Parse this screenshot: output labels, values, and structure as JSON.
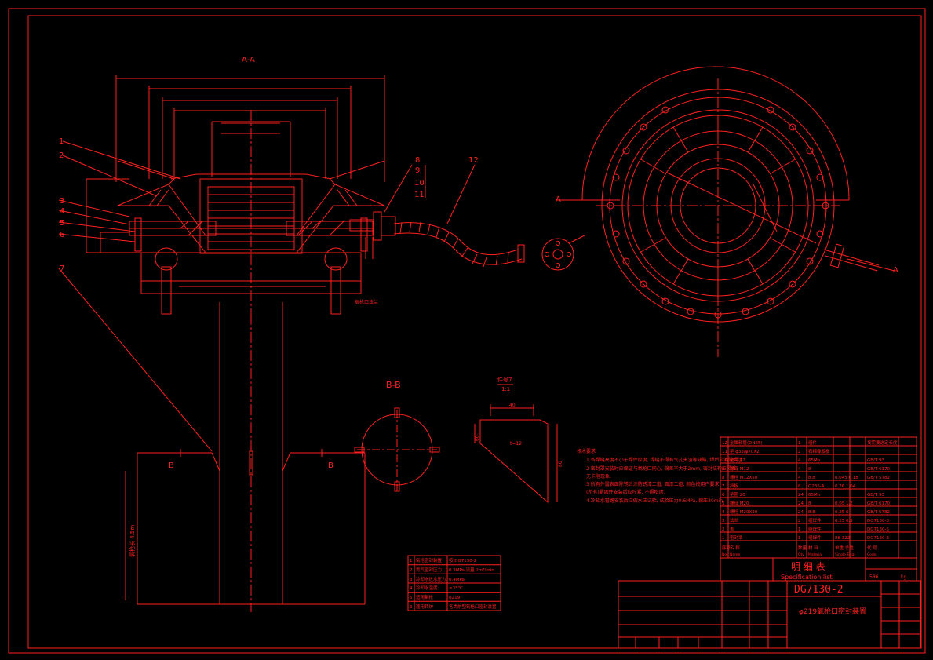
{
  "section_labels": {
    "aa": "A-A",
    "bb": "B-B",
    "view_a_left": "A",
    "view_a_right": "A",
    "b_left": "B",
    "b_right": "B",
    "detail_title": "件号7",
    "detail_scale": "1:1"
  },
  "callouts": [
    "1",
    "2",
    "3",
    "4",
    "5",
    "6",
    "7",
    "8",
    "9",
    "10",
    "11",
    "12"
  ],
  "annotations": {
    "nozzle": "氧枪口法兰",
    "length": "氧枪长 4.5m",
    "detail_dim_top": "40",
    "detail_dim_left": "60",
    "detail_dim_inner": "t=12",
    "detail_dim_right": "80"
  },
  "notes": {
    "title": "技术要求",
    "lines": [
      "1 各焊缝高度不小于焊件厚度, 焊缝不得有气孔夹渣等缺陷, 焊后应清除焊渣.",
      "2 密封罩安装时应保证与氧枪口同心, 偏差不大于2mm, 密封结构应灵活",
      "  无卡阻现象.",
      "3 所有外露表面除锈后涂防锈漆二道, 面漆二道, 颜色按用户要求.",
      "  (所有)紧固件安装后应拧紧, 不得松动.",
      "4 冷却水管路安装后应做水压试验, 试验压力0.6MPa, 保压30min."
    ]
  },
  "small_table": [
    [
      "1",
      "氧枪密封装置",
      "按 DG7130-2"
    ],
    [
      "2",
      "氮气密封压力",
      "0.3MPa 流量 2m³/min"
    ],
    [
      "3",
      "冷却水进水压力",
      "0.4MPa"
    ],
    [
      "4",
      "冷却水温度",
      "≤35℃"
    ],
    [
      "5",
      "适用氧枪",
      "φ219"
    ],
    [
      "6",
      "适用转炉",
      "各类炉型氧枪口密封装置"
    ]
  ],
  "parts_list": [
    [
      "12",
      "金属软管(DN25)",
      "1",
      "组件",
      "",
      "按需要选定长度"
    ],
    [
      "11",
      "垫 φ33/φ70X2",
      "2",
      "石棉橡胶板",
      "",
      ""
    ],
    [
      "10",
      "垫片 12",
      "4",
      "65Mn",
      "",
      "GB/T 93"
    ],
    [
      "9",
      "螺母 M12",
      "4",
      "8",
      "",
      "GB/T 6170"
    ],
    [
      "8",
      "螺栓 M12X50",
      "4",
      "8.8",
      "0.045 0.18",
      "GB/T 5782"
    ],
    [
      "7",
      "挡板",
      "8",
      "Q235-A",
      "0.26 1.04",
      ""
    ],
    [
      "6",
      "垫圈 20",
      "24",
      "65Mn",
      "",
      "GB/T 93"
    ],
    [
      "5",
      "螺母 M20",
      "24",
      "8",
      "0.05 1.2",
      "GB/T 6170"
    ],
    [
      "4",
      "螺栓 M20X30",
      "24",
      "8.8",
      "0.25 6",
      "GB/T 5782"
    ],
    [
      "3",
      "法兰",
      "2",
      "组焊件",
      "0.25 0.5",
      "DG7130-8"
    ],
    [
      "2",
      "盖",
      "1",
      "组焊件",
      "",
      "DG7130-5"
    ],
    [
      "1",
      "密封罩",
      "1",
      "组焊件",
      "88 322",
      "DG7130-3"
    ]
  ],
  "parts_header": [
    "序号",
    "名 称",
    "数量",
    "材 料",
    "单重 总重",
    "代 号"
  ],
  "parts_header_en": [
    "No.",
    "Name",
    "Qty",
    "Material",
    "Single Total",
    "Code"
  ],
  "spec_title": "明 细 表",
  "spec_title_en": "Specification list",
  "total_weight": "586",
  "weight_unit": "kg",
  "drawing_number": "DG7130-2",
  "drawing_title": "φ219氧枪口密封装置",
  "colors": {
    "line": "#ff2020",
    "background": "#000000"
  }
}
